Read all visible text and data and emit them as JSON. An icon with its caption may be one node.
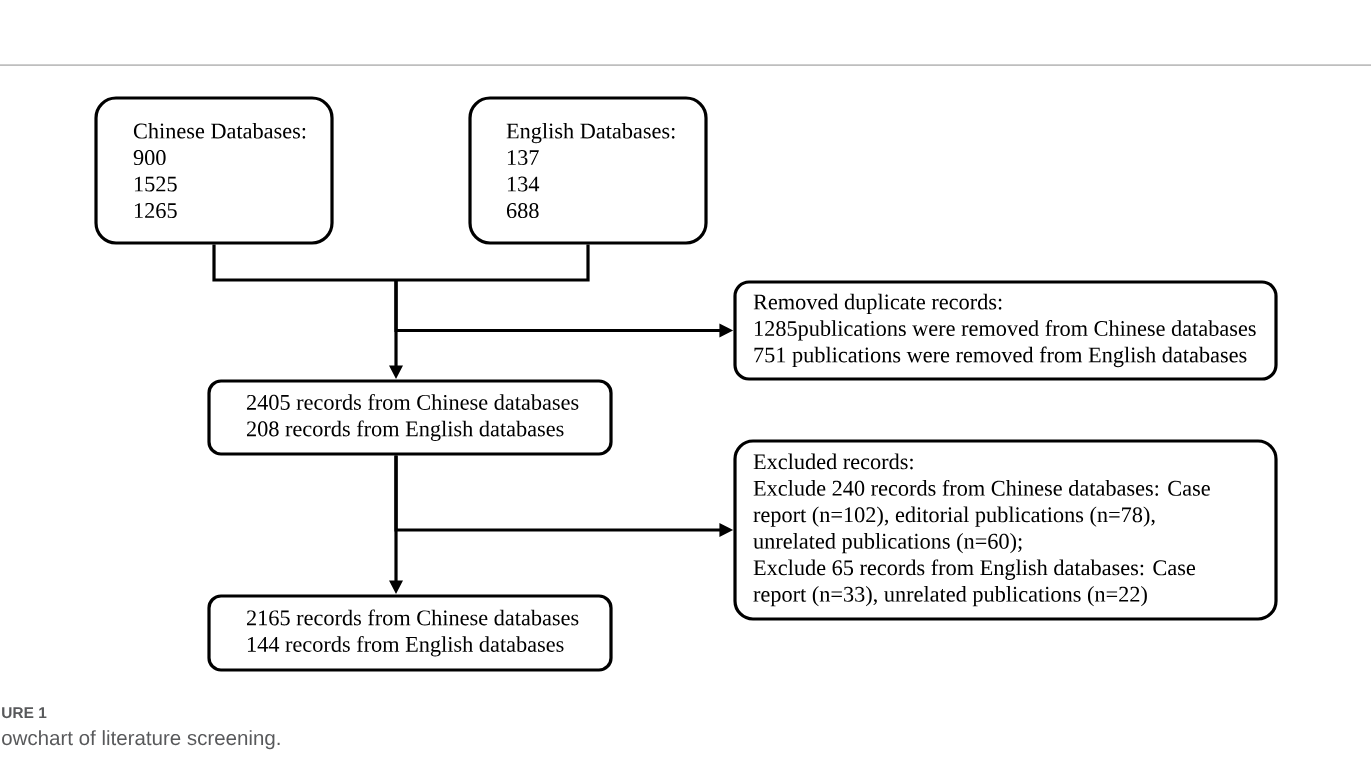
{
  "diagram": {
    "caption": "owchart of literature screening.",
    "nodes": [
      {
        "text": [
          "Chinese Databases:",
          "900",
          "1525",
          "1265"
        ]
      },
      {
        "text": [
          "English Databases:",
          "137",
          "134",
          "688"
        ]
      },
      {
        "text": [
          "2405 records from Chinese databases",
          "208 records from English databases"
        ]
      },
      {
        "text": [
          "Removed duplicate records:",
          "1285publications were removed from Chinese databases",
          "751 publications were removed from English databases"
        ]
      },
      {
        "text": [
          "Excluded records:",
          "Exclude 240 records from Chinese databases: Case report (n=102), editorial publications (n=78), unrelated publications (n=60);",
          "Exclude 65 records from English databases: Case report (n=33), unrelated publications (n=22)"
        ]
      },
      {
        "text": [
          "2165 records from Chinese databases",
          "144 records from English databases"
        ]
      }
    ],
    "edges": [
      {
        "from": 0,
        "to": 2,
        "arrow": "to"
      },
      {
        "from": 1,
        "to": 2,
        "arrow": "to"
      },
      {
        "from": 0,
        "to": 3,
        "arrow": "to"
      },
      {
        "from": 1,
        "to": 3,
        "arrow": "to"
      },
      {
        "from": 2,
        "to": 4,
        "arrow": "to"
      },
      {
        "from": 2,
        "to": 5,
        "arrow": "to"
      }
    ],
    "labels": [
      "URE 1"
    ]
  }
}
